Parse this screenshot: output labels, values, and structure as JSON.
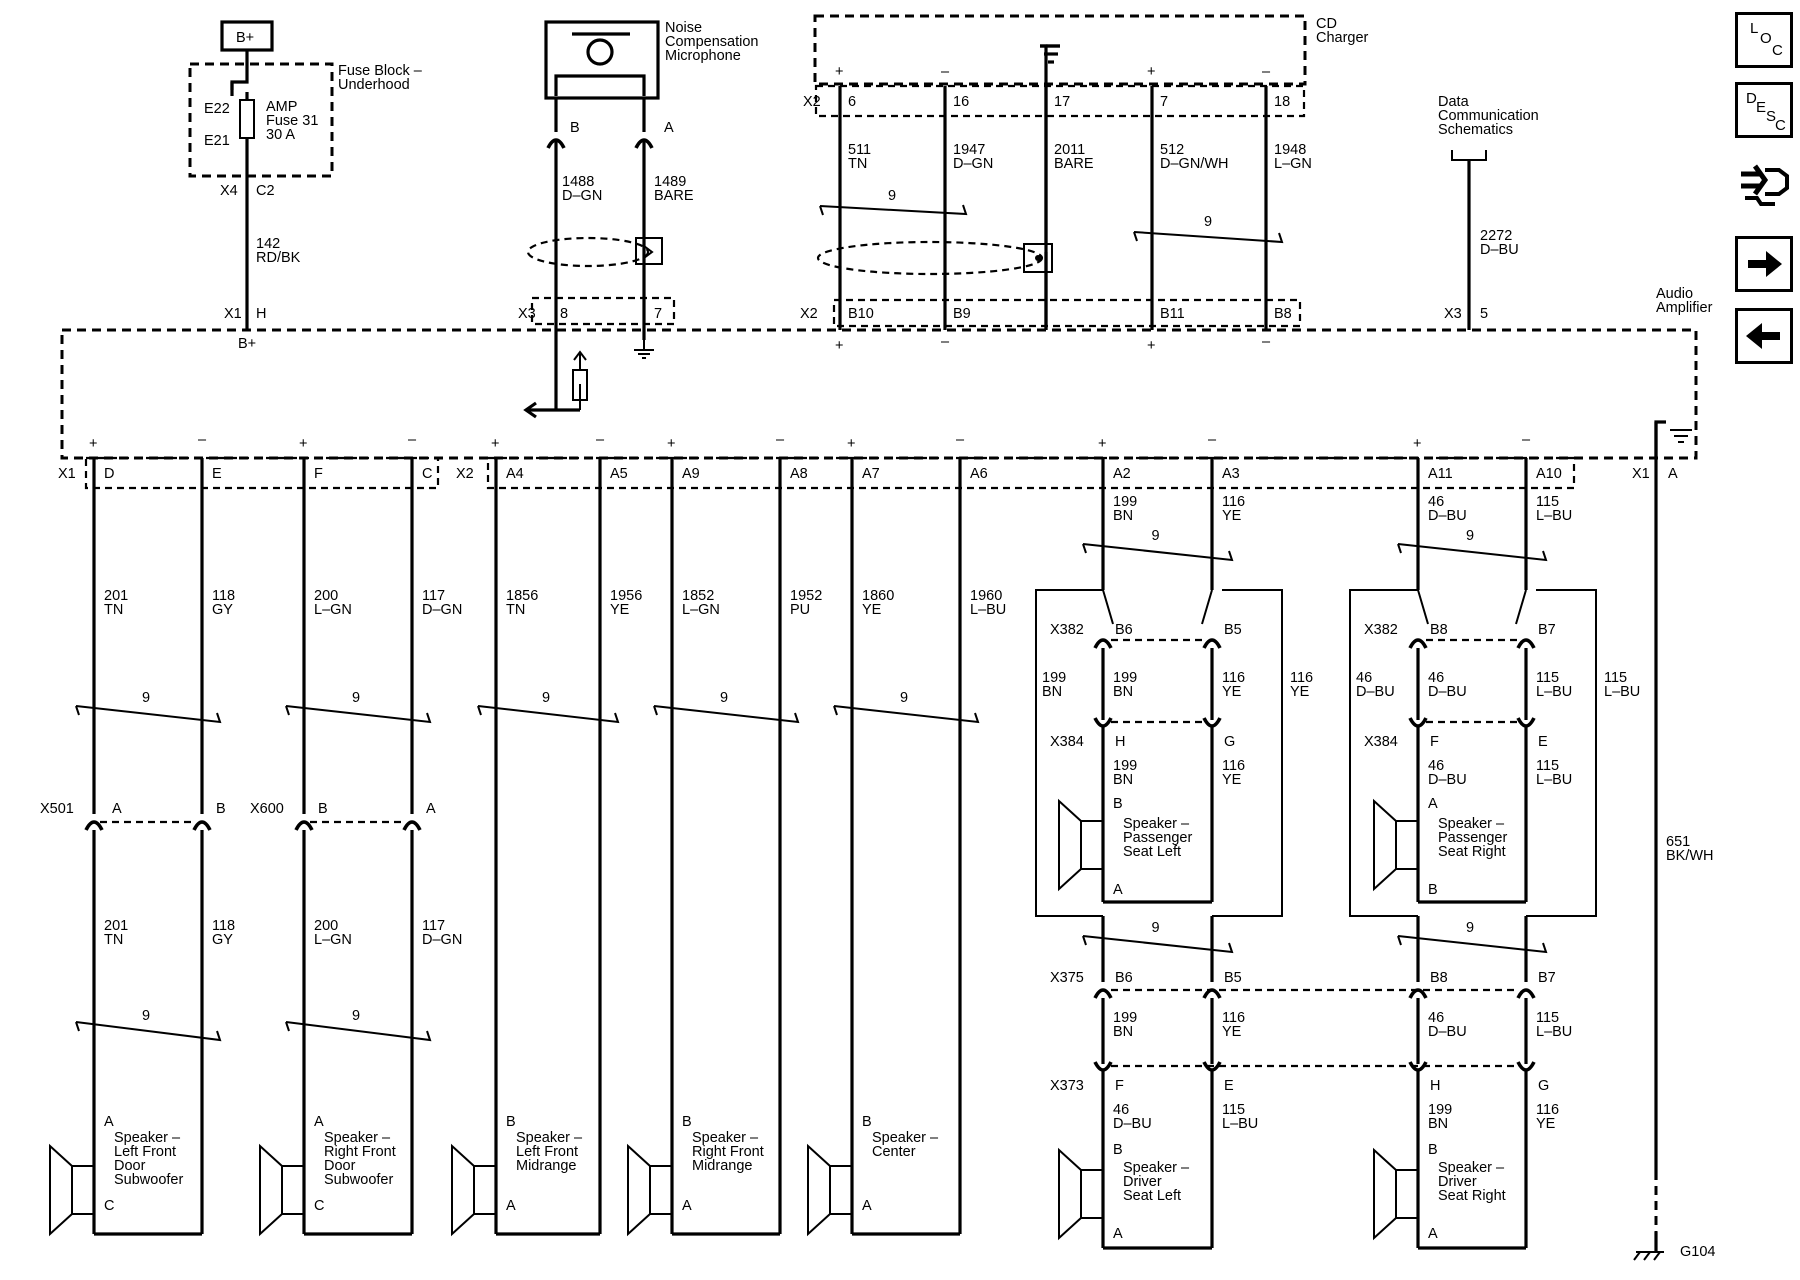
{
  "nav": {
    "loc": [
      "L",
      "O",
      "C"
    ],
    "desc": [
      "D",
      "E",
      "S",
      "C"
    ]
  },
  "labels": {
    "bplus_box": "B+",
    "fuse_block": [
      "Fuse Block –",
      "Underhood"
    ],
    "fuse": [
      "AMP",
      "Fuse 31",
      "30 A"
    ],
    "e22": "E22",
    "e21": "E21",
    "x4": "X4",
    "c2": "C2",
    "w142": [
      "142",
      "RD/BK"
    ],
    "amp_x1": "X1",
    "amp_h": "H",
    "amp_bplus": "B+",
    "mic": [
      "Noise",
      "Compensation",
      "Microphone"
    ],
    "mic_b": "B",
    "mic_a": "A",
    "w1488": [
      "1488",
      "D–GN"
    ],
    "w1489": [
      "1489",
      "BARE"
    ],
    "amp_x3": "X3",
    "pin8": "8",
    "pin7": "7",
    "cd": [
      "CD",
      "Charger"
    ],
    "cd_x2": "X2",
    "cd_pins": [
      "6",
      "16",
      "17",
      "7",
      "18"
    ],
    "cd_wires": [
      [
        "511",
        "TN"
      ],
      [
        "1947",
        "D–GN"
      ],
      [
        "2011",
        "BARE"
      ],
      [
        "512",
        "D–GN/WH"
      ],
      [
        "1948",
        "L–GN"
      ]
    ],
    "amp_x2_top": "X2",
    "amp_top_pins": [
      "B10",
      "B9",
      "B11",
      "B8"
    ],
    "data_comm": [
      "Data",
      "Communication",
      "Schematics"
    ],
    "w2272": [
      "2272",
      "D–BU"
    ],
    "x3_5": [
      "X3",
      "5"
    ],
    "audio_amp": [
      "Audio",
      "Amplifier"
    ],
    "twist": "9",
    "bot_x1": "X1",
    "bot_x2": "X2",
    "bot_pins": [
      "D",
      "E",
      "F",
      "C",
      "A4",
      "A5",
      "A9",
      "A8",
      "A7",
      "A6",
      "A2",
      "A3",
      "A11",
      "A10"
    ],
    "bot_wires": [
      [
        "201",
        "TN"
      ],
      [
        "118",
        "GY"
      ],
      [
        "200",
        "L–GN"
      ],
      [
        "117",
        "D–GN"
      ],
      [
        "1856",
        "TN"
      ],
      [
        "1956",
        "YE"
      ],
      [
        "1852",
        "L–GN"
      ],
      [
        "1952",
        "PU"
      ],
      [
        "1860",
        "YE"
      ],
      [
        "1960",
        "L–BU"
      ]
    ],
    "x501": "X501",
    "x501_pins": [
      "A",
      "B"
    ],
    "x600": "X600",
    "x600_pins": [
      "B",
      "A"
    ],
    "low_wires": [
      [
        "201",
        "TN"
      ],
      [
        "118",
        "GY"
      ],
      [
        "200",
        "L–GN"
      ],
      [
        "117",
        "D–GN"
      ]
    ],
    "speakers_left": [
      {
        "top": "A",
        "bot": "C",
        "name": [
          "Speaker –",
          "Left Front",
          "Door",
          "Subwoofer"
        ]
      },
      {
        "top": "A",
        "bot": "C",
        "name": [
          "Speaker –",
          "Right Front",
          "Door",
          "Subwoofer"
        ]
      },
      {
        "top": "B",
        "bot": "A",
        "name": [
          "Speaker –",
          "Left Front",
          "Midrange"
        ]
      },
      {
        "top": "B",
        "bot": "A",
        "name": [
          "Speaker –",
          "Right Front",
          "Midrange"
        ]
      },
      {
        "top": "B",
        "bot": "A",
        "name": [
          "Speaker –",
          "Center"
        ]
      }
    ],
    "r_a2": [
      "199",
      "BN"
    ],
    "r_a3": [
      "116",
      "YE"
    ],
    "r_a11": [
      "46",
      "D–BU"
    ],
    "r_a10": [
      "115",
      "L–BU"
    ],
    "x382": "X382",
    "x382_l": [
      "B6",
      "B5"
    ],
    "x382_r": [
      "B8",
      "B7"
    ],
    "x384": "X384",
    "x384_l": [
      "H",
      "G"
    ],
    "x384_r": [
      "F",
      "E"
    ],
    "g1_outer_l": [
      "199",
      "BN"
    ],
    "g1_outer_r": [
      "116",
      "YE"
    ],
    "g1_mid_l": [
      "199",
      "BN"
    ],
    "g1_mid_r": [
      "116",
      "YE"
    ],
    "g1_low_l": [
      "199",
      "BN"
    ],
    "g1_low_r": [
      "116",
      "YE"
    ],
    "g2_outer_l": [
      "46",
      "D–BU"
    ],
    "g2_outer_r": [
      "115",
      "L–BU"
    ],
    "g2_mid_l": [
      "46",
      "D–BU"
    ],
    "g2_mid_r": [
      "115",
      "L–BU"
    ],
    "g2_low_l": [
      "46",
      "D–BU"
    ],
    "g2_low_r": [
      "115",
      "L–BU"
    ],
    "spk_psl": {
      "top": "B",
      "bot": "A",
      "name": [
        "Speaker –",
        "Passenger",
        "Seat Left"
      ]
    },
    "spk_psr": {
      "top": "A",
      "bot": "B",
      "name": [
        "Speaker –",
        "Passenger",
        "Seat Right"
      ]
    },
    "x375": "X375",
    "x375_pins": [
      "B6",
      "B5",
      "B8",
      "B7"
    ],
    "x375_wires": [
      [
        "199",
        "BN"
      ],
      [
        "116",
        "YE"
      ],
      [
        "46",
        "D–BU"
      ],
      [
        "115",
        "L–BU"
      ]
    ],
    "x373": "X373",
    "x373_pins": [
      "F",
      "E",
      "H",
      "G"
    ],
    "x373_wires": [
      [
        "46",
        "D–BU"
      ],
      [
        "115",
        "L–BU"
      ],
      [
        "199",
        "BN"
      ],
      [
        "116",
        "YE"
      ]
    ],
    "spk_dsl": {
      "top": "B",
      "bot": "A",
      "name": [
        "Speaker –",
        "Driver",
        "Seat Left"
      ]
    },
    "spk_dsr": {
      "top": "B",
      "bot": "A",
      "name": [
        "Speaker –",
        "Driver",
        "Seat Right"
      ]
    },
    "gnd_x1": "X1",
    "gnd_a": "A",
    "w651": [
      "651",
      "BK/WH"
    ],
    "g104": "G104"
  }
}
